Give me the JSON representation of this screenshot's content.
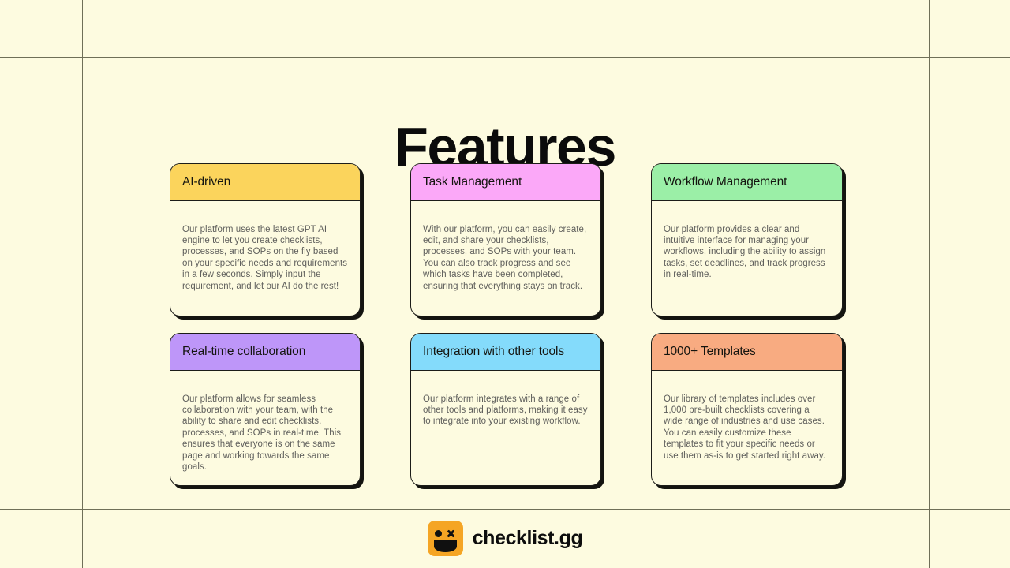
{
  "page": {
    "background_color": "#FDFBE0",
    "guide_line_color": "#6f6f58",
    "title": "Features"
  },
  "features": {
    "cards": [
      {
        "accent": "yellow",
        "accent_color": "#FBD45C",
        "title": "AI-driven",
        "body": "Our platform uses the latest GPT AI engine to let you create checklists, processes, and SOPs on the fly based on your specific needs and requirements in a few seconds. Simply input the requirement, and let our AI do the rest!"
      },
      {
        "accent": "pink",
        "accent_color": "#FBA8F8",
        "title": "Task Management",
        "body": "With our platform, you can easily create, edit, and share your checklists, processes, and SOPs with your team. You can also track progress and see which tasks have been completed, ensuring that everything stays on track."
      },
      {
        "accent": "green",
        "accent_color": "#9BEFA7",
        "title": "Workflow Management",
        "body": "Our platform provides a clear and intuitive interface for managing your workflows, including the ability to assign tasks, set deadlines, and track progress in real-time."
      },
      {
        "accent": "purple",
        "accent_color": "#BE96F9",
        "title": "Real-time collaboration",
        "body": "Our platform allows for seamless collaboration with your team, with the ability to share and edit checklists, processes, and SOPs in real-time. This ensures that everyone is on the same page and working towards the same goals."
      },
      {
        "accent": "blue",
        "accent_color": "#84DBFB",
        "title": "Integration with other tools",
        "body": "Our platform integrates with a range of other tools and platforms, making it easy to integrate into your existing workflow."
      },
      {
        "accent": "orange",
        "accent_color": "#F8AB81",
        "title": "1000+ Templates",
        "body": "Our library of templates includes over 1,000 pre-built checklists covering a wide range of industries and use cases. You can easily customize these templates to fit your specific needs or use them as-is to get started right away."
      }
    ]
  },
  "footer": {
    "logo_icon": "smiley-face-logo-icon",
    "logo_background_color": "#F5A524",
    "wordmark": "checklist.gg"
  }
}
